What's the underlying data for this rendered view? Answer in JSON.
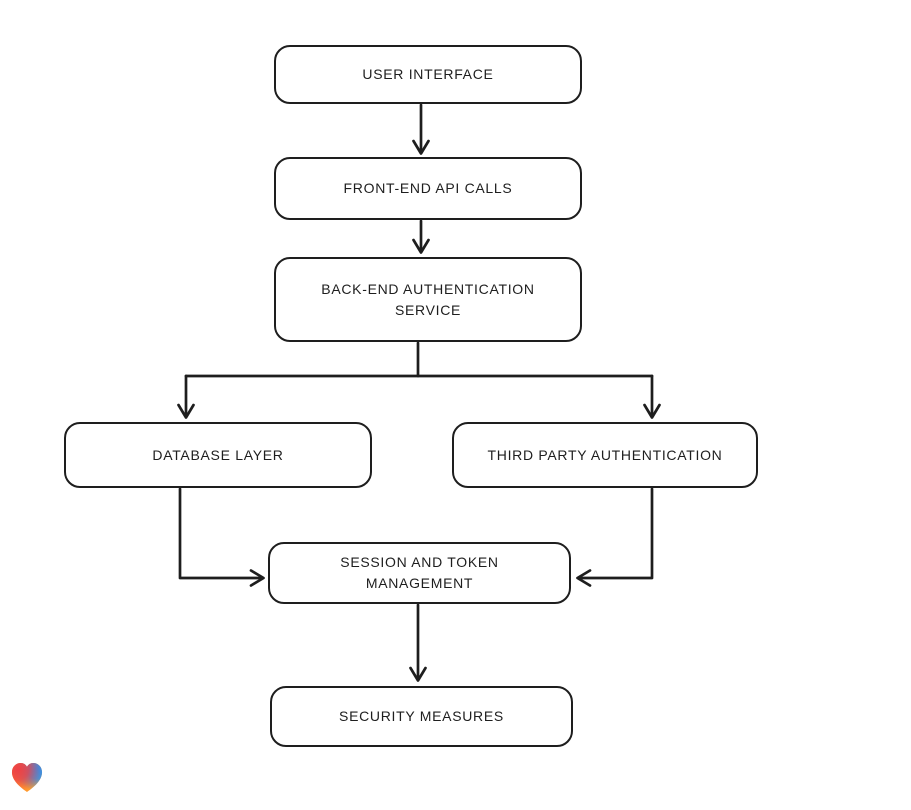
{
  "page": {
    "background": "#ffffff"
  },
  "diagram": {
    "type": "flowchart",
    "style": "hand-drawn",
    "stroke_color": "#1e1e1e",
    "node_fill": "#ffffff",
    "nodes": [
      {
        "id": "user-interface",
        "label": "USER INTERFACE"
      },
      {
        "id": "front-end-api-calls",
        "label": "FRONT-END API CALLS"
      },
      {
        "id": "back-end-authentication-service",
        "label": "BACK-END AUTHENTICATION\nSERVICE"
      },
      {
        "id": "database-layer",
        "label": "DATABASE LAYER"
      },
      {
        "id": "third-party-authentication",
        "label": "THIRD PARTY AUTHENTICATION"
      },
      {
        "id": "session-and-token-management",
        "label": "SESSION AND TOKEN\nMANAGEMENT"
      },
      {
        "id": "security-measures",
        "label": "SECURITY MEASURES"
      }
    ],
    "edges": [
      {
        "from": "user-interface",
        "to": "front-end-api-calls"
      },
      {
        "from": "front-end-api-calls",
        "to": "back-end-authentication-service"
      },
      {
        "from": "back-end-authentication-service",
        "to": "database-layer"
      },
      {
        "from": "back-end-authentication-service",
        "to": "third-party-authentication"
      },
      {
        "from": "database-layer",
        "to": "session-and-token-management"
      },
      {
        "from": "third-party-authentication",
        "to": "session-and-token-management"
      },
      {
        "from": "session-and-token-management",
        "to": "security-measures"
      }
    ]
  },
  "logo": {
    "name": "gradient-heart",
    "colors": {
      "red": "#ed4045",
      "orange": "#ff9a2e",
      "blue": "#2d8ff0"
    }
  }
}
